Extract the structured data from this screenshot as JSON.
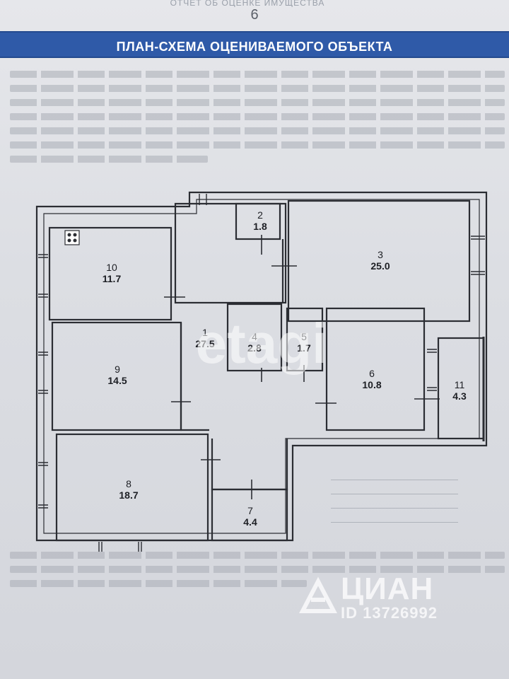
{
  "page": {
    "top_strip": "ОТЧЕТ ОБ ОЦЕНКЕ ИМУЩЕСТВА",
    "number": "6",
    "header_title": "ПЛАН-СХЕМА ОЦЕНИВАЕМОГО ОБЪЕКТА"
  },
  "rooms": [
    {
      "id": "1",
      "area": "27.5"
    },
    {
      "id": "2",
      "area": "1.8"
    },
    {
      "id": "3",
      "area": "25.0"
    },
    {
      "id": "4",
      "area": "2.8"
    },
    {
      "id": "5",
      "area": "1.7"
    },
    {
      "id": "6",
      "area": "10.8"
    },
    {
      "id": "7",
      "area": "4.4"
    },
    {
      "id": "8",
      "area": "18.7"
    },
    {
      "id": "9",
      "area": "14.5"
    },
    {
      "id": "10",
      "area": "11.7"
    },
    {
      "id": "11",
      "area": "4.3"
    }
  ],
  "watermarks": {
    "etagi": "etagi",
    "cian": "ЦИАН",
    "cian_id": "ID 13726992"
  },
  "colors": {
    "header_bg": "#2f5aa8",
    "wall": "#2b2d33",
    "paper": "#dcdee3"
  }
}
